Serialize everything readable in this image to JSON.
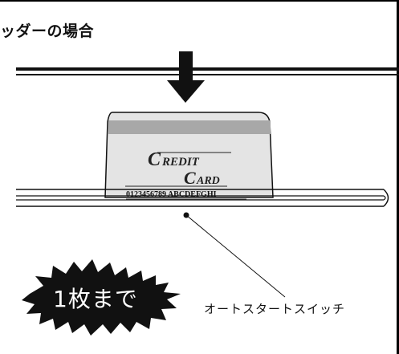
{
  "heading": "ッダーの場合",
  "card": {
    "line1": "REDIT",
    "line1_initial": "C",
    "line2": "ARD",
    "line2_initial": "C",
    "number": "0123456789 ABCDEFGHI"
  },
  "badge_text": "1枚まで",
  "switch_label": "オートスタートスイッチ",
  "colors": {
    "card_fill": "#e4e4e4",
    "card_stripe": "#a8a8a8",
    "ink": "#111111"
  }
}
